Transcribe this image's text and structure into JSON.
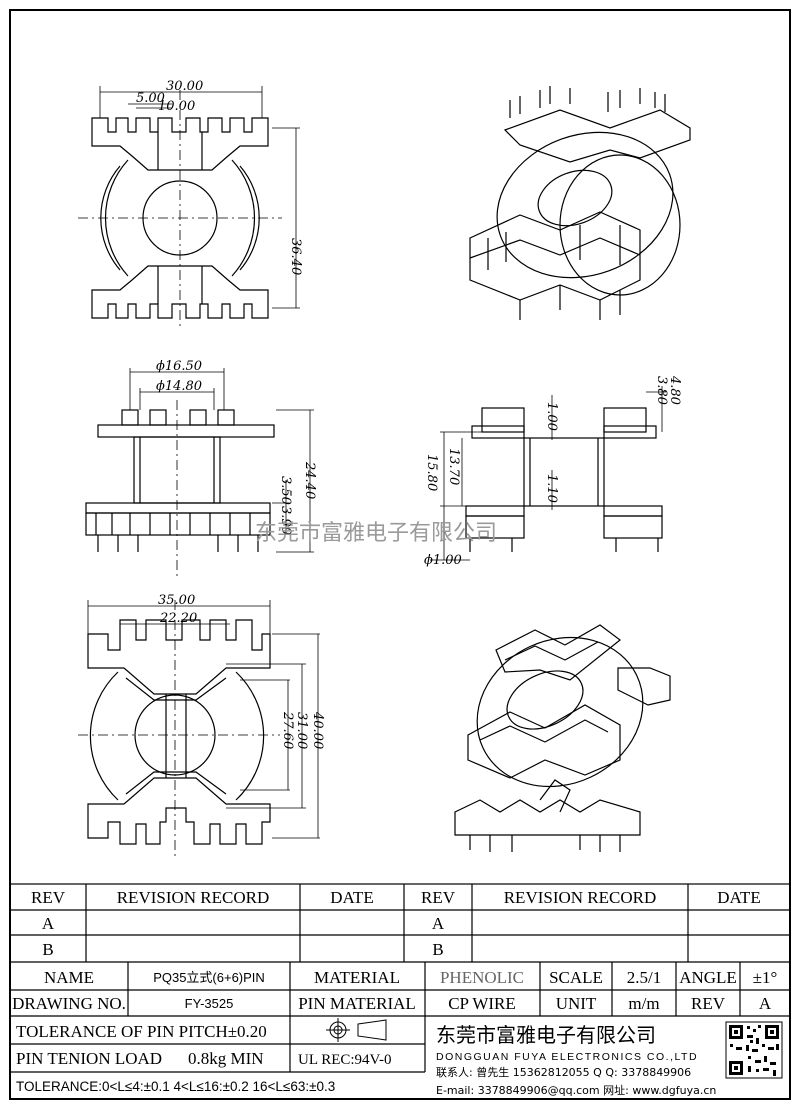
{
  "dims": {
    "top_width": "30.00",
    "top_pitch5": "5.00",
    "top_pitch10": "10.00",
    "top_height": "36.40",
    "front_od": "ϕ16.50",
    "front_id": "ϕ14.80",
    "front_h": "24.40",
    "front_350": "3.50",
    "front_390": "3.90",
    "side_100": "1.00",
    "side_380": "3.80",
    "side_480": "4.80",
    "side_1580": "15.80",
    "side_1370": "13.70",
    "side_110": "1.10",
    "side_pin": "ϕ1.00",
    "bot_width": "35.00",
    "bot_inner": "22.20",
    "bot_2760": "27.60",
    "bot_3100": "31.00",
    "bot_4000": "40.00"
  },
  "watermark": "东莞市富雅电子有限公司",
  "table": {
    "rev_header": "REV",
    "record_header": "REVISION RECORD",
    "date_header": "DATE",
    "rev_a": "A",
    "rev_b": "B",
    "name_label": "NAME",
    "name_value": "PQ35立式(6+6)PIN",
    "material_label": "MATERIAL",
    "material_value": "PHENOLIC",
    "scale_label": "SCALE",
    "scale_value": "2.5/1",
    "angle_label": "ANGLE",
    "angle_value": "±1°",
    "drawing_label": "DRAWING NO.",
    "drawing_value": "FY-3525",
    "pin_material_label": "PIN MATERIAL",
    "pin_material_value": "CP WIRE",
    "unit_label": "UNIT",
    "unit_value": "m/m",
    "rev_label": "REV",
    "rev_value": "A",
    "tol_pitch": "TOLERANCE OF PIN PITCH±0.20",
    "pin_tension_label": "PIN TENION LOAD",
    "pin_tension_value": "0.8kg MIN",
    "ul": "UL REC:94V-0",
    "tolerance": "TOLERANCE:0<L≤4:±0.1  4<L≤16:±0.2  16<L≤63:±0.3",
    "company_cn": "东莞市富雅电子有限公司",
    "company_en": "DONGGUAN FUYA ELECTRONICS CO.,LTD",
    "contact_line": "联系人: 曾先生 15362812055   Q Q: 3378849906",
    "email_line": "E-mail: 3378849906@qq.com   网址: www.dgfuya.cn"
  }
}
